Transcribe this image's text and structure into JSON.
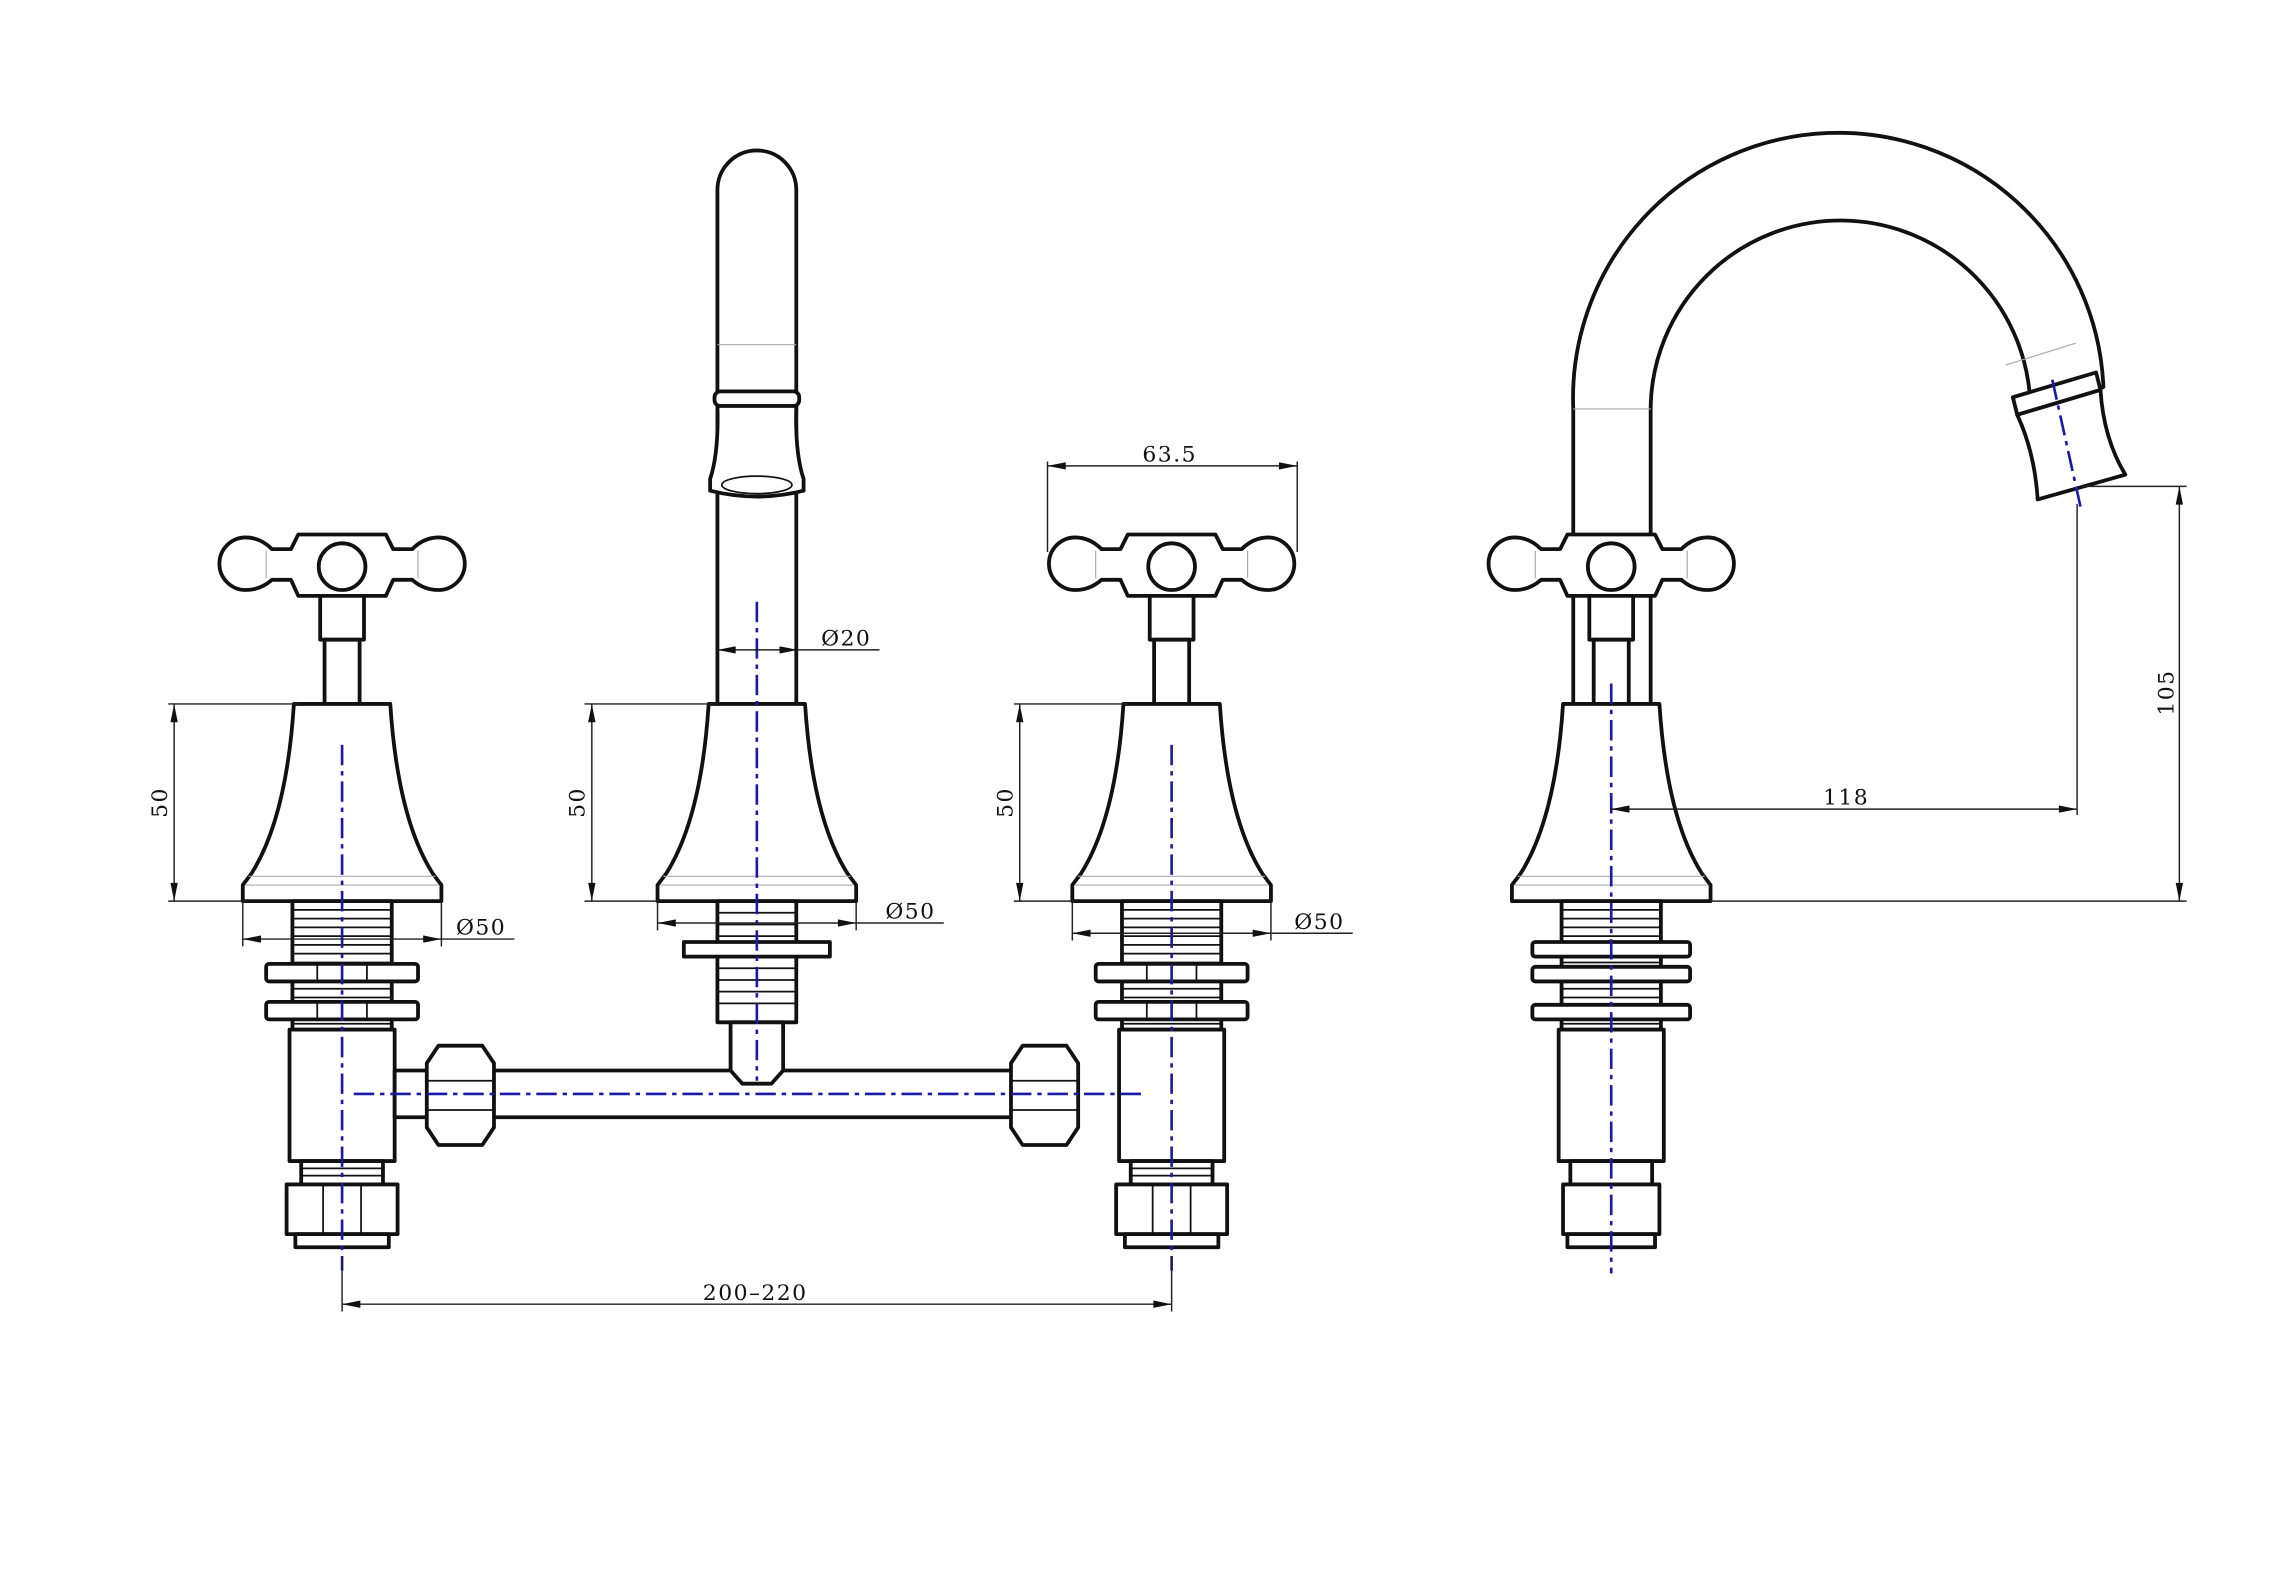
{
  "drawing": {
    "title": "Three-hole basin tap set with cross handles - technical drawing",
    "line_color": "#111111",
    "centerline_color": "#1a1aa8",
    "dimensions": {
      "handle_span": "63.5",
      "spout_diameter": "Ø20",
      "left_base_diameter": "Ø50",
      "middle_base_diameter": "Ø50",
      "right_base_diameter": "Ø50",
      "left_body_height": "50",
      "middle_body_height": "50",
      "right_body_height": "50",
      "valve_spacing": "200–220",
      "spout_reach": "118",
      "spout_height": "105"
    }
  }
}
